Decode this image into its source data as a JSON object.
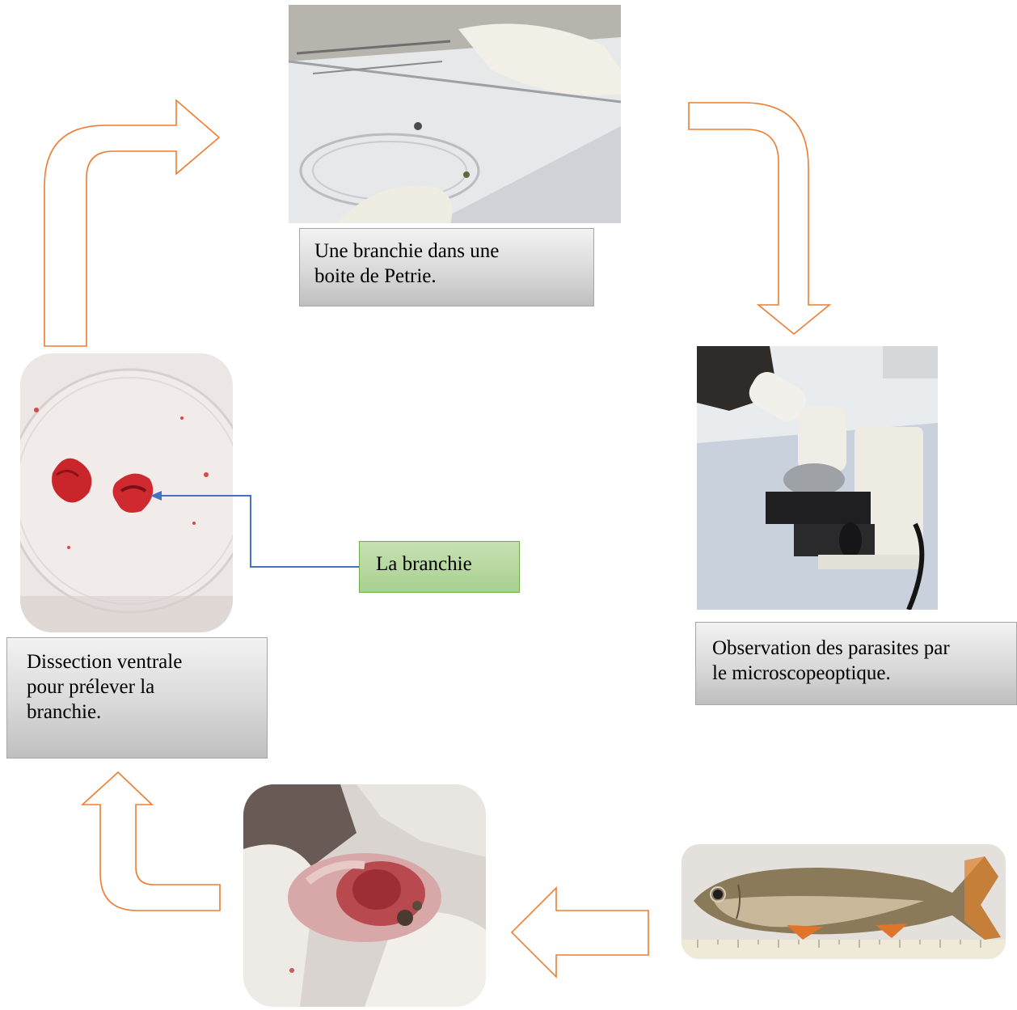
{
  "captions": {
    "petri_dish": "Une branchie dans une\nboite de Petrie.",
    "microscope": "Observation des parasites par\nle microscopeoptique.",
    "dissection": "Dissection ventrale\npour prélever la\nbranchie."
  },
  "labels": {
    "gill": "La branchie"
  },
  "colors": {
    "arrow_outline": "#ed7d31",
    "pointer_arrow": "#4472c4",
    "label_fill": "#a9d18e",
    "caption_fill": "#d9d9d9"
  }
}
